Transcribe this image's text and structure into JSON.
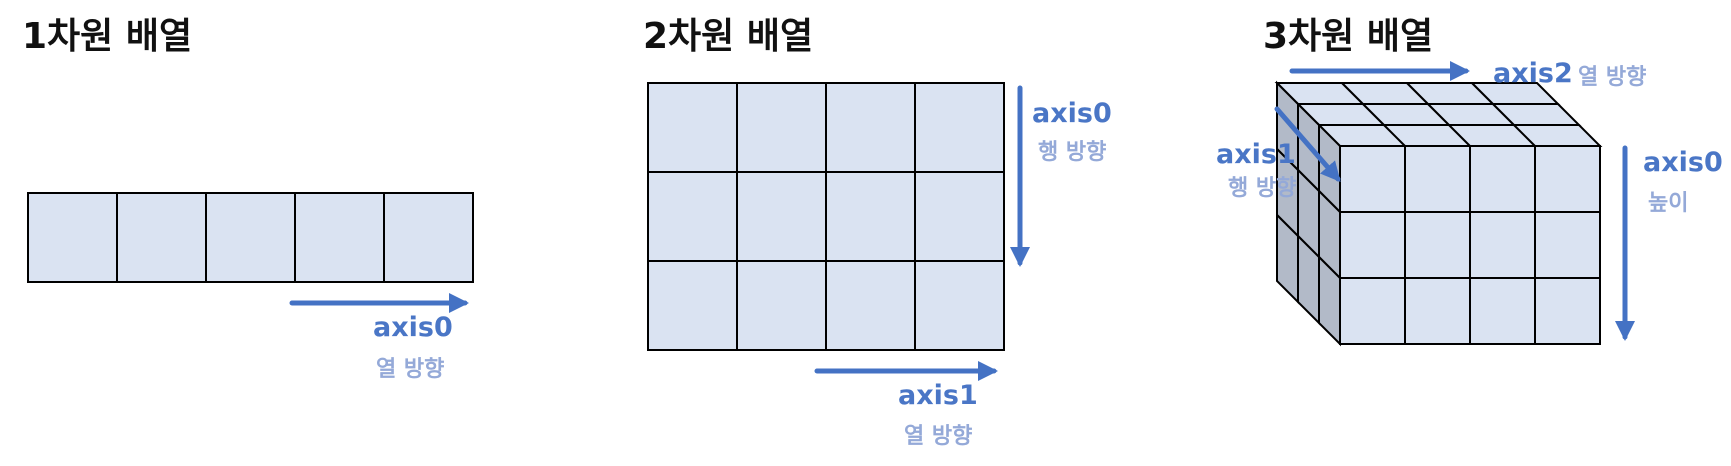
{
  "panels": {
    "one_d": {
      "title": "1차원 배열",
      "axis0_name": "axis0",
      "axis0_desc": "열 방향"
    },
    "two_d": {
      "title": "2차원 배열",
      "axis0_name": "axis0",
      "axis0_desc": "행 방향",
      "axis1_name": "axis1",
      "axis1_desc": "열 방향"
    },
    "three_d": {
      "title": "3차원 배열",
      "axis0_name": "axis0",
      "axis0_desc": "높이",
      "axis1_name": "axis1",
      "axis1_desc": "행 방향",
      "axis2_name": "axis2",
      "axis2_desc": "열 방향"
    }
  },
  "colors": {
    "cell_fill": "#dae3f2",
    "cell_side_fill": "#b2bac8",
    "arrow": "#4472c4",
    "axis_label": "#4a76c6",
    "axis_desc": "#94a9d8"
  }
}
